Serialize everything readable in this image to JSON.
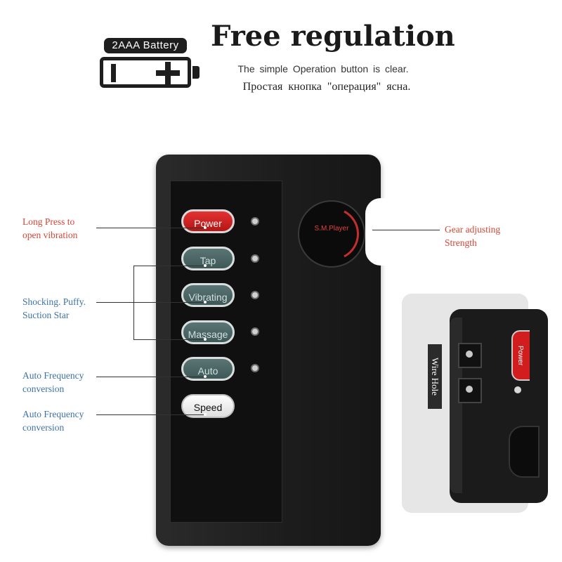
{
  "header": {
    "battery_label": "2AAA  Battery",
    "title": "Free regulation",
    "subtitle_en": "The simple Operation button is clear.",
    "subtitle_ru": "Простая кнопка \"операция\" ясна."
  },
  "device": {
    "buttons": [
      {
        "label": "Power",
        "style": "red"
      },
      {
        "label": "Tap",
        "style": "green"
      },
      {
        "label": "Vibrating",
        "style": "green"
      },
      {
        "label": "Massage",
        "style": "green"
      },
      {
        "label": "Auto",
        "style": "green"
      },
      {
        "label": "Speed",
        "style": "white"
      }
    ],
    "knob_label": "S.M.Player"
  },
  "callouts": {
    "long_press": "Long Press to\nopen vibration",
    "shocking": "Shocking. Puffy.\nSuction Star",
    "auto_freq_1": "Auto Frequency\nconversion",
    "auto_freq_2": "Auto Frequency\nconversion",
    "gear": "Gear adjusting\nStrength"
  },
  "inset": {
    "wire_hole": "Wire Hole",
    "button_label": "Power"
  },
  "colors": {
    "callout_red": "#d64535",
    "callout_blue": "#3d72a8",
    "power_red": "#d11d1d",
    "mode_button_teal": "#4a6464"
  }
}
